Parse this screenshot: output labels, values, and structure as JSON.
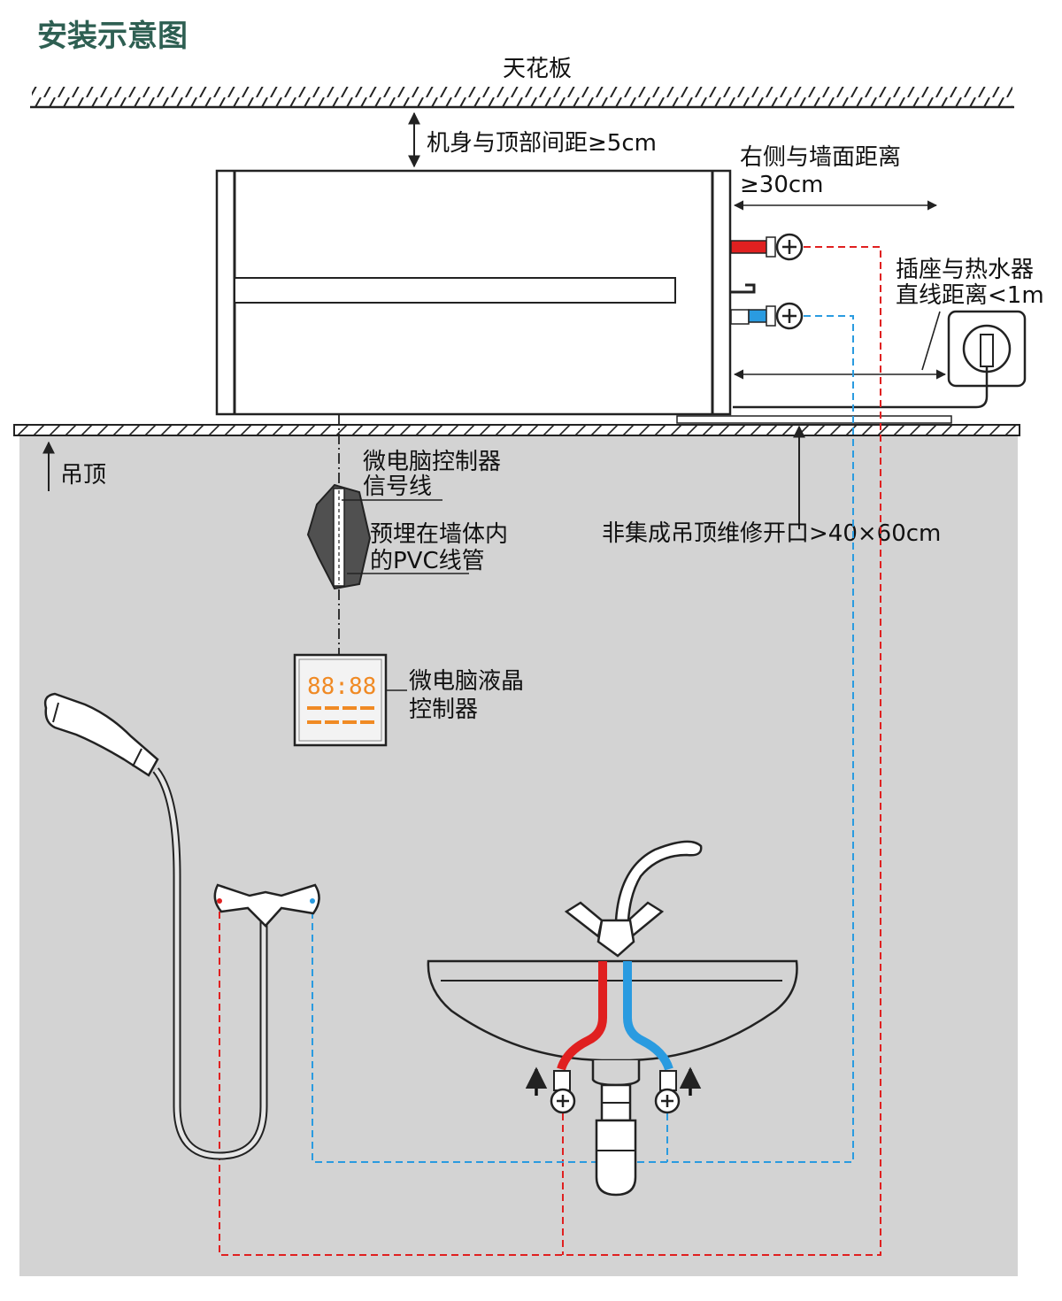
{
  "page_title": "安装示意图",
  "labels": {
    "ceiling": "天花板",
    "top_clearance": "机身与顶部间距≥5cm",
    "right_clearance_1": "右侧与墙面距离",
    "right_clearance_2": "≥30cm",
    "socket_distance_1": "插座与热水器",
    "socket_distance_2": "直线距离<1m",
    "suspended_ceiling": "吊顶",
    "signal_wire_1": "微电脑控制器",
    "signal_wire_2": "信号线",
    "pvc_conduit_1": "预埋在墙体内",
    "pvc_conduit_2": "的PVC线管",
    "maintenance_opening": "非集成吊顶维修开口>40×60cm",
    "lcd_controller_1": "微电脑液晶",
    "lcd_controller_2": "控制器"
  },
  "lcd_display": {
    "digits": "88:88",
    "segments": "- - - -"
  },
  "colors": {
    "title_green": "#2e5f52",
    "hot_water_red": "#e02020",
    "cold_water_blue": "#2a9be0",
    "wall_gray": "#d3d3d3",
    "lcd_orange": "#f08a24"
  }
}
